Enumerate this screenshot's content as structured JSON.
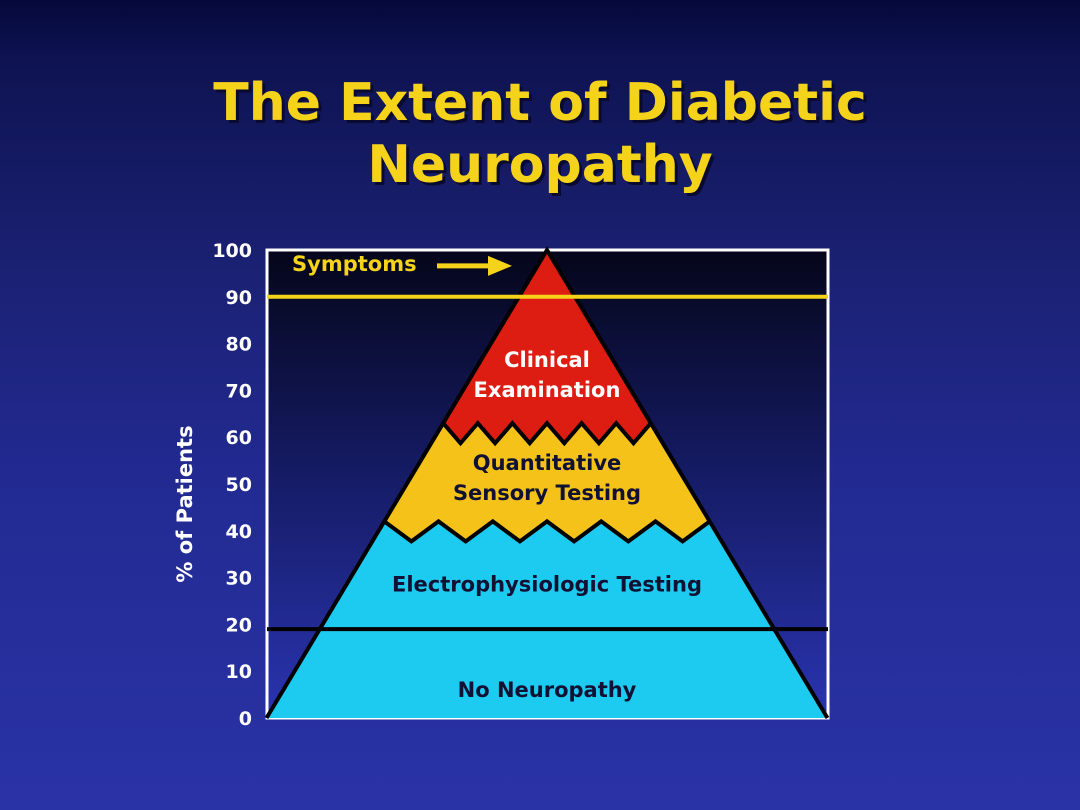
{
  "title": {
    "line1": "The Extent of Diabetic",
    "line2": "Neuropathy"
  },
  "chart_data": {
    "type": "area",
    "ylabel": "% of Patients",
    "xlabel": "",
    "ylim": [
      0,
      100
    ],
    "yticks": [
      0,
      10,
      20,
      30,
      40,
      50,
      60,
      70,
      80,
      90,
      100
    ],
    "grid": false,
    "layers": [
      {
        "label_lines": [
          "No Neuropathy"
        ],
        "from": 0,
        "to": 19,
        "color": "#1ecbf0"
      },
      {
        "label_lines": [
          "Electrophysiologic Testing"
        ],
        "from": 19,
        "to": 42,
        "color": "#1ecbf0"
      },
      {
        "label_lines": [
          "Quantitative",
          "Sensory Testing"
        ],
        "from": 42,
        "to": 63,
        "color": "#f5c21a"
      },
      {
        "label_lines": [
          "Clinical",
          "Examination"
        ],
        "from": 63,
        "to": 100,
        "color": "#dd1c12"
      }
    ],
    "threshold_lines": [
      {
        "value": 19,
        "color": "#000000"
      },
      {
        "value": 90,
        "color": "#f5d31a"
      }
    ],
    "annotation": {
      "text": "Symptoms",
      "color": "#f5d31a"
    }
  }
}
